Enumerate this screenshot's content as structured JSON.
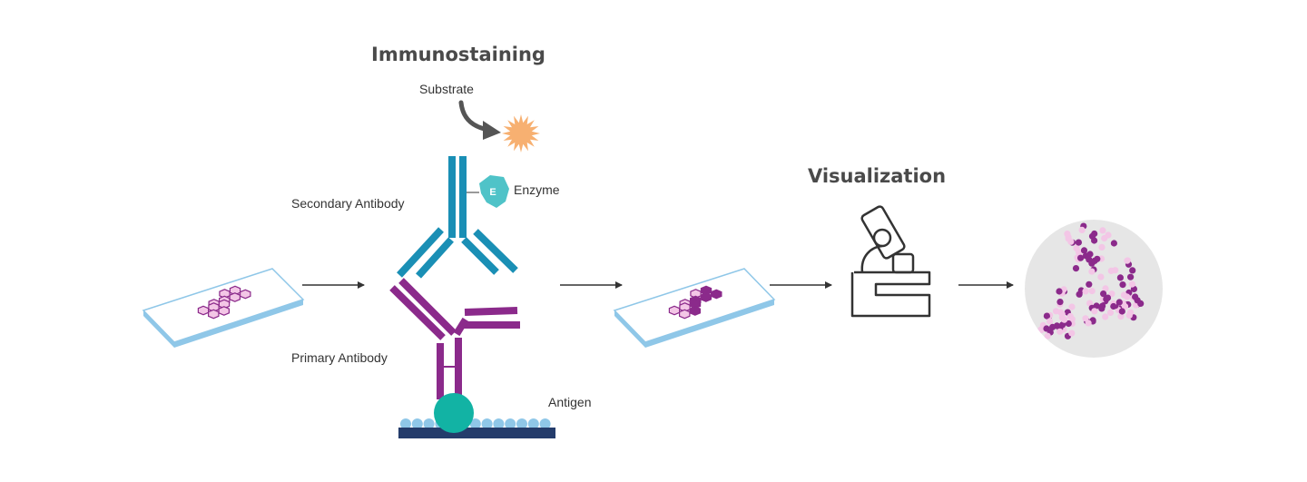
{
  "title_immunostaining": "Immunostaining",
  "title_visualization": "Visualization",
  "labels": {
    "substrate": "Substrate",
    "enzyme": "Enzyme",
    "enzyme_letter": "E",
    "secondary_antibody": "Secondary Antibody",
    "primary_antibody": "Primary Antibody",
    "antigen": "Antigen"
  },
  "colors": {
    "secondary_antibody": "#1a8fb5",
    "primary_antibody": "#8b2a8b",
    "antigen": "#12b3a4",
    "enzyme": "#4fc3c8",
    "substrate": "#f7b071",
    "membrane_bead": "#8fc7e8",
    "membrane_base": "#243c6b",
    "slide_edge": "#8fc7e8",
    "cell_light": "#f3c6e6",
    "cell_dark": "#8b2a8b",
    "arrow": "#333333",
    "microscope": "#333333",
    "view_circle": "#e6e6e6"
  }
}
